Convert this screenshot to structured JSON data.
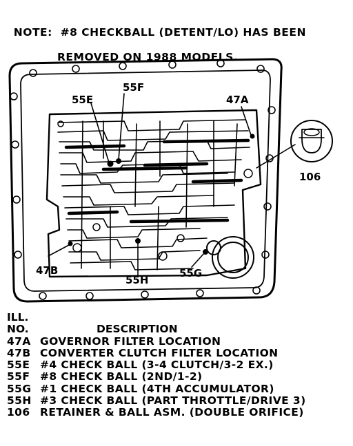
{
  "note": {
    "line1": "NOTE:  #8 CHECKBALL (DETENT/LO) HAS BEEN",
    "line2": "REMOVED ON 1988 MODELS."
  },
  "callouts": {
    "c55e": "55E",
    "c55f": "55F",
    "c47a": "47A",
    "c106": "106",
    "c47b": "47B",
    "c55h": "55H",
    "c55g": "55G"
  },
  "legend": {
    "header_ill": "ILL.",
    "header_no": "NO.",
    "header_desc": "DESCRIPTION",
    "items": [
      {
        "num": "47A",
        "desc": "GOVERNOR FILTER LOCATION"
      },
      {
        "num": "47B",
        "desc": "CONVERTER CLUTCH FILTER LOCATION"
      },
      {
        "num": "55E",
        "desc": "#4 CHECK BALL (3-4 CLUTCH/3-2 EX.)"
      },
      {
        "num": "55F",
        "desc": "#8 CHECK BALL (2ND/1-2)"
      },
      {
        "num": "55G",
        "desc": "#1 CHECK BALL (4TH ACCUMULATOR)"
      },
      {
        "num": "55H",
        "desc": "#3 CHECK BALL (PART THROTTLE/DRIVE 3)"
      },
      {
        "num": "106",
        "desc": "RETAINER & BALL ASM. (DOUBLE ORIFICE)"
      }
    ]
  }
}
